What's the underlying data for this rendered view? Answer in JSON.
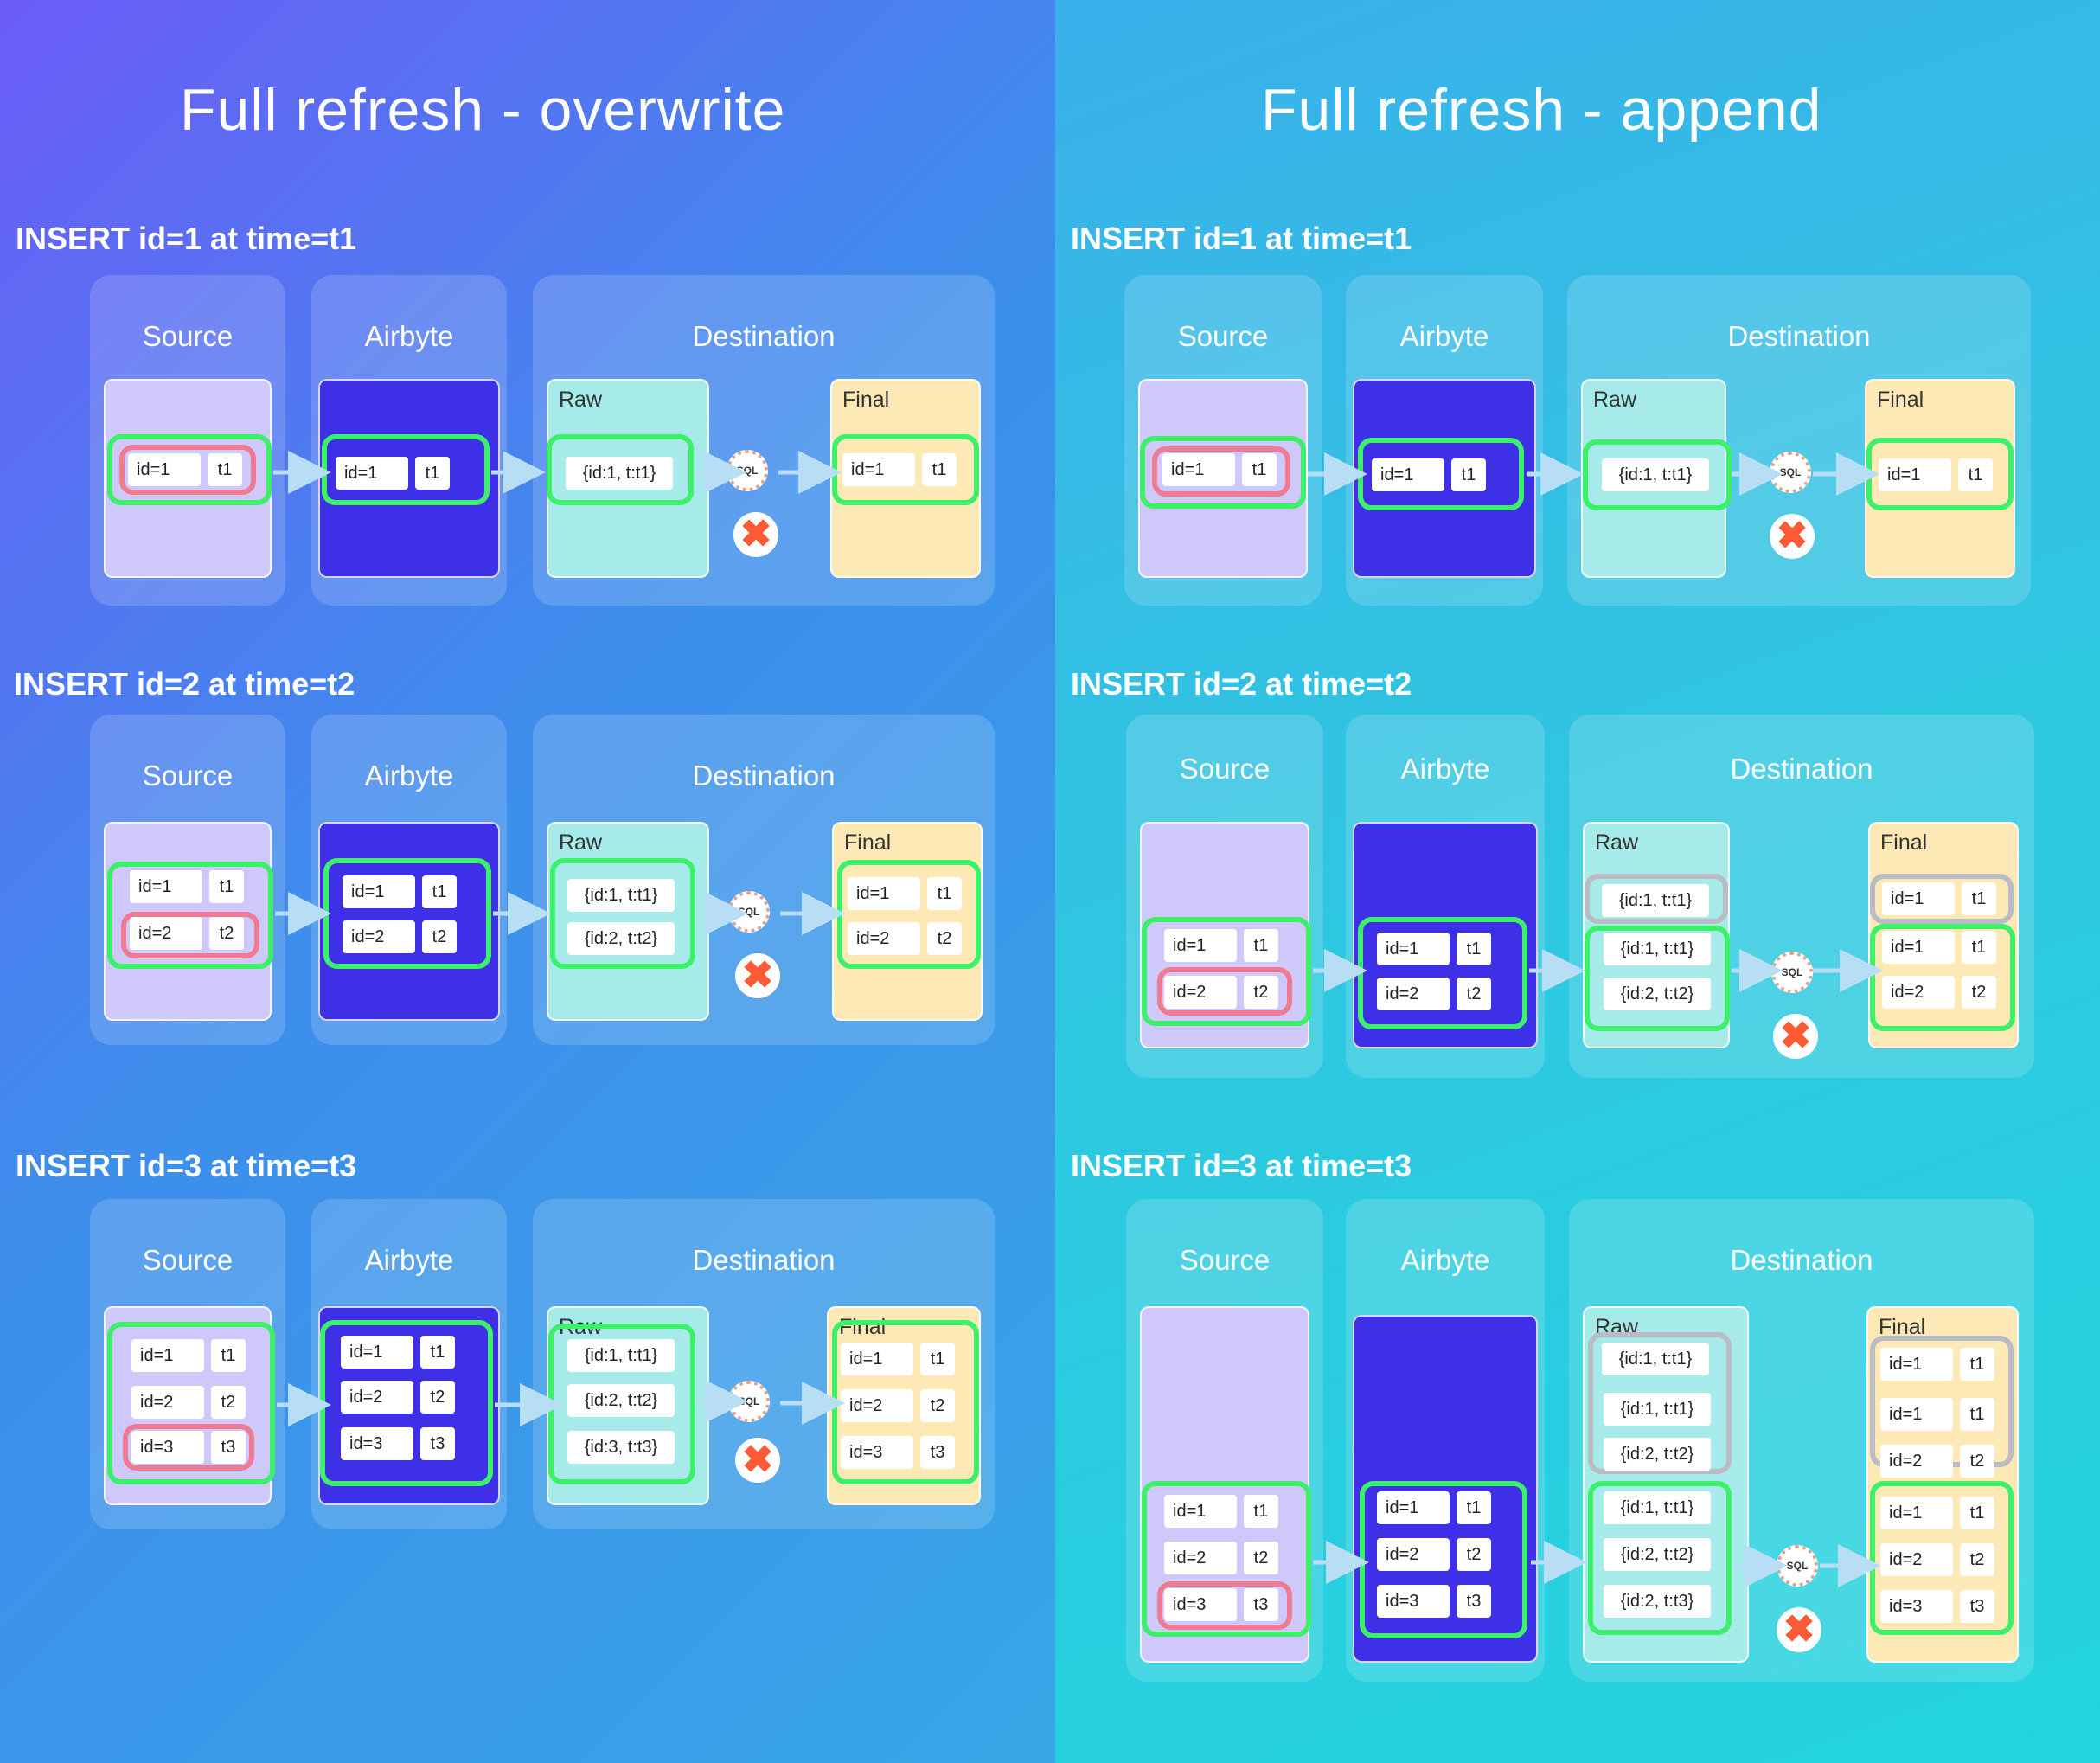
{
  "titles": {
    "left": "Full refresh - overwrite",
    "right": "Full refresh - append"
  },
  "steps": [
    "INSERT id=1 at time=t1",
    "INSERT id=2 at time=t2",
    "INSERT id=3 at time=t3"
  ],
  "labels": {
    "source": "Source",
    "airbyte": "Airbyte",
    "destination": "Destination",
    "raw": "Raw",
    "final": "Final",
    "sql": "SQL"
  },
  "rows": {
    "id1": "id=1",
    "id2": "id=2",
    "id3": "id=3",
    "t1": "t1",
    "t2": "t2",
    "t3": "t3",
    "json1": "{id:1, t:t1}",
    "json2": "{id:2, t:t2}",
    "json3": "{id:3, t:t3}",
    "json2_t3": "{id:2, t:t3}"
  },
  "colors": {
    "source_box": "#cfc9fb",
    "airbyte_box": "#3d30e6",
    "raw_box": "#a6eaea",
    "final_box": "#fce9b6",
    "highlight_new": "#3cf06a",
    "highlight_inserted": "#f07a92",
    "highlight_old": "#b9bcc4"
  },
  "icons": [
    "arrow-right-icon",
    "sql-transform-icon",
    "airbyte-logo-icon"
  ]
}
